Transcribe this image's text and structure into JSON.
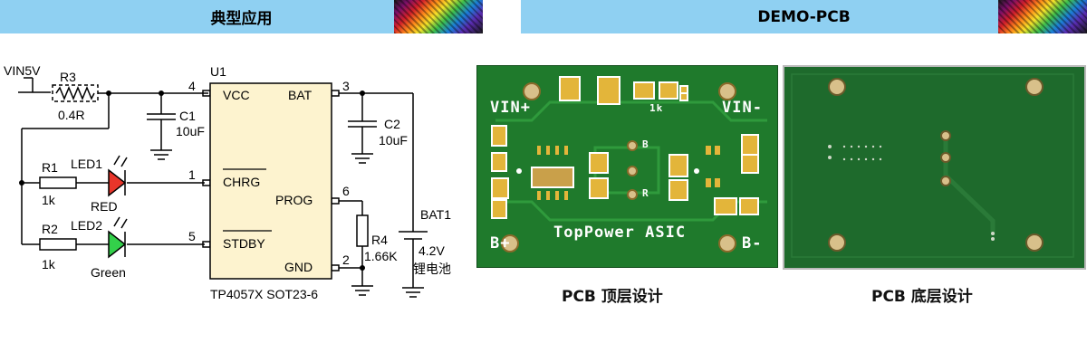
{
  "header": {
    "left_title": "典型应用",
    "right_title": "DEMO-PCB"
  },
  "schematic": {
    "vin": "VIN5V",
    "r3_ref": "R3",
    "r3_val": "0.4R",
    "u1_ref": "U1",
    "pin_vcc": "VCC",
    "pin_bat": "BAT",
    "pin_chrg": "CHRG",
    "pin_prog": "PROG",
    "pin_stdby": "STDBY",
    "pin_gnd": "GND",
    "pin4": "4",
    "pin3": "3",
    "pin1": "1",
    "pin6": "6",
    "pin5": "5",
    "pin2": "2",
    "c1_ref": "C1",
    "c1_val": "10uF",
    "c2_ref": "C2",
    "c2_val": "10uF",
    "r1_ref": "R1",
    "r1_val": "1k",
    "r2_ref": "R2",
    "r2_val": "1k",
    "led1_ref": "LED1",
    "led1_color": "RED",
    "led2_ref": "LED2",
    "led2_color": "Green",
    "r4_ref": "R4",
    "r4_val": "1.66K",
    "bat_ref": "BAT1",
    "bat_val": "4.2V",
    "bat_type": "锂电池",
    "ic_part": "TP4057X SOT23-6"
  },
  "pcb_top": {
    "vin_plus": "VIN+",
    "vin_minus": "VIN-",
    "b_plus": "B+",
    "b_minus": "B-",
    "r_label": "1k",
    "led_b": "B",
    "led_r": "R",
    "brand": "TopPower ASIC",
    "caption": "PCB 顶层设计"
  },
  "pcb_bottom": {
    "caption": "PCB 底层设计"
  },
  "colors": {
    "header_bg": "#8fd0f2",
    "led_red": "#e8352a",
    "led_green": "#33d04a",
    "ic_fill": "#fdf3cf",
    "pcb_top": "#1f7a2c",
    "pcb_bottom": "#1e6a2c",
    "pad_gold": "#e3b53a"
  }
}
